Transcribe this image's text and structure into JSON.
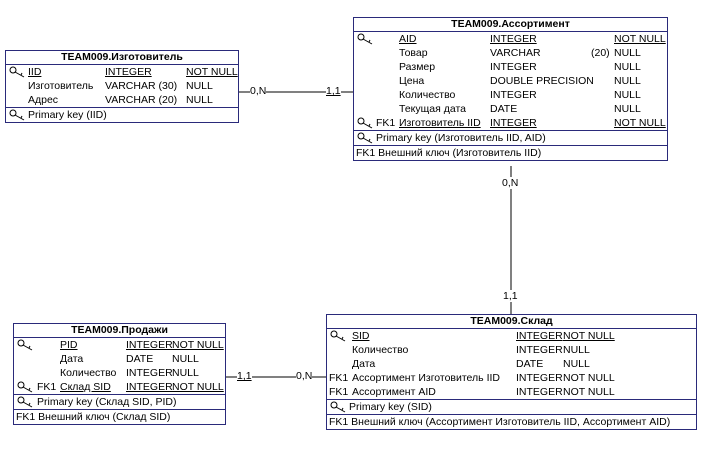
{
  "entities": {
    "izg": {
      "title": "TEAM009.Изготовитель",
      "rows": [
        {
          "fk": "",
          "name": "IID",
          "type": "INTEGER",
          "size": "",
          "null": "NOT NULL"
        },
        {
          "fk": "",
          "name": "Изготовитель",
          "type": "VARCHAR (30)",
          "size": "",
          "null": "NULL"
        },
        {
          "fk": "",
          "name": "Адрес",
          "type": "VARCHAR (20)",
          "size": "",
          "null": "NULL"
        }
      ],
      "pk": "Primary key (IID)"
    },
    "assort": {
      "title": "TEAM009.Ассортимент",
      "rows": [
        {
          "fk": "",
          "name": "AID",
          "type": "INTEGER",
          "size": "",
          "null": "NOT NULL"
        },
        {
          "fk": "",
          "name": "Товар",
          "type": "VARCHAR",
          "size": "(20)",
          "null": "NULL"
        },
        {
          "fk": "",
          "name": "Размер",
          "type": "INTEGER",
          "size": "",
          "null": "NULL"
        },
        {
          "fk": "",
          "name": "Цена",
          "type": "DOUBLE PRECISION",
          "size": "",
          "null": "NULL"
        },
        {
          "fk": "",
          "name": "Количество",
          "type": "INTEGER",
          "size": "",
          "null": "NULL"
        },
        {
          "fk": "",
          "name": "Текущая дата",
          "type": "DATE",
          "size": "",
          "null": "NULL"
        },
        {
          "fk": "FK1",
          "name": "Изготовитель IID",
          "type": "INTEGER",
          "size": "",
          "null": "NOT NULL"
        }
      ],
      "pk": "Primary key (Изготовитель IID, AID)",
      "fk1": "FK1 Внешний ключ (Изготовитель IID)"
    },
    "prod": {
      "title": "TEAM009.Продажи",
      "rows": [
        {
          "fk": "",
          "name": "PID",
          "type": "INTEGER",
          "size": "",
          "null": "NOT NULL"
        },
        {
          "fk": "",
          "name": "Дата",
          "type": "DATE",
          "size": "",
          "null": "NULL"
        },
        {
          "fk": "",
          "name": "Количество",
          "type": "INTEGER",
          "size": "",
          "null": "NULL"
        },
        {
          "fk": "FK1",
          "name": "Склад SID",
          "type": "INTEGER",
          "size": "",
          "null": "NOT NULL"
        }
      ],
      "pk": "Primary key (Склад SID, PID)",
      "fk1": "FK1 Внешний ключ (Склад SID)"
    },
    "sklad": {
      "title": "TEAM009.Склад",
      "rows": [
        {
          "fk": "",
          "name": "SID",
          "type": "INTEGER",
          "size": "",
          "null": "NOT NULL"
        },
        {
          "fk": "",
          "name": "Количество",
          "type": "INTEGER",
          "size": "",
          "null": "NULL"
        },
        {
          "fk": "",
          "name": "Дата",
          "type": "DATE",
          "size": "",
          "null": "NULL"
        },
        {
          "fk": "FK1",
          "name": "Ассортимент Изготовитель IID",
          "type": "INTEGER",
          "size": "",
          "null": "NOT NULL"
        },
        {
          "fk": "FK1",
          "name": "Ассортимент AID",
          "type": "INTEGER",
          "size": "",
          "null": "NOT NULL"
        }
      ],
      "pk": "Primary key (SID)",
      "fk1": "FK1 Внешний ключ (Ассортимент Изготовитель IID, Ассортимент AID)"
    }
  },
  "relations": {
    "izg_assort": {
      "left": "0,N",
      "right": "1,1"
    },
    "assort_sklad": {
      "top": "0,N",
      "bottom": "1,1"
    },
    "prod_sklad": {
      "left": "1,1",
      "right": "0,N"
    }
  },
  "colors": {
    "border": "#2a2a7a",
    "line": "#000000"
  },
  "icons": {
    "key": "key-icon"
  }
}
